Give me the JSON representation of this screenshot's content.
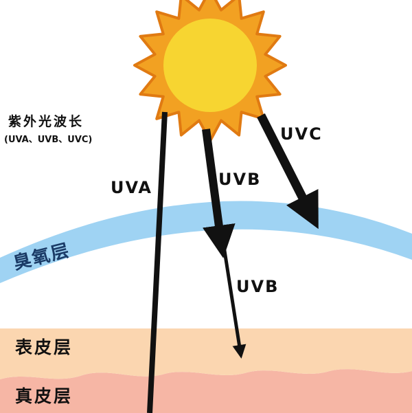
{
  "title": {
    "main": "紫外光波长",
    "sub": "(UVA、UVB、UVC)"
  },
  "layers": {
    "ozone": "臭氧层",
    "epidermis": "表皮层",
    "dermis": "真皮层"
  },
  "rays": {
    "uva": "UVA",
    "uvb_upper": "UVB",
    "uvb_lower": "UVB",
    "uvc": "UVC"
  },
  "colors": {
    "sun_outer": "#f2a122",
    "sun_inner": "#f7d531",
    "sun_stroke": "#e07a12",
    "ozone": "#9fd3f3",
    "epidermis": "#fbd6b0",
    "dermis": "#f6b6a5",
    "arrow": "#111111"
  }
}
